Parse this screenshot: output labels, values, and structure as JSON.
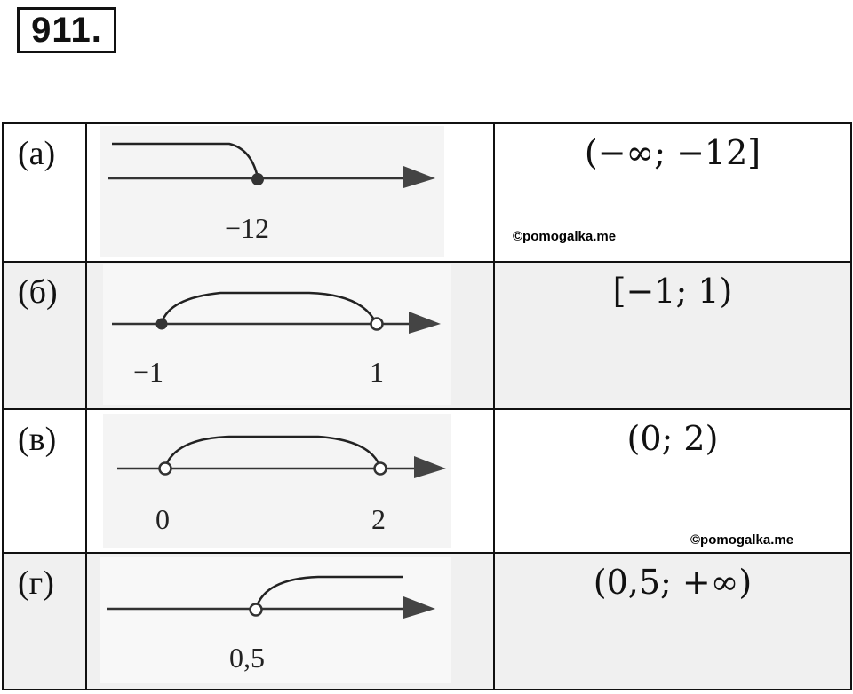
{
  "problem_number": "911.",
  "rows": [
    {
      "label": "(а)",
      "answer": "(−∞; −12]",
      "points": [
        "−12"
      ]
    },
    {
      "label": "(б)",
      "answer": "[−1; 1)",
      "points": [
        "−1",
        "1"
      ]
    },
    {
      "label": "(в)",
      "answer": "(0; 2)",
      "points": [
        "0",
        "2"
      ]
    },
    {
      "label": "(г)",
      "answer": "(0,5;  +∞)",
      "points": [
        "0,5"
      ]
    }
  ],
  "watermark": "©pomogalka.me"
}
